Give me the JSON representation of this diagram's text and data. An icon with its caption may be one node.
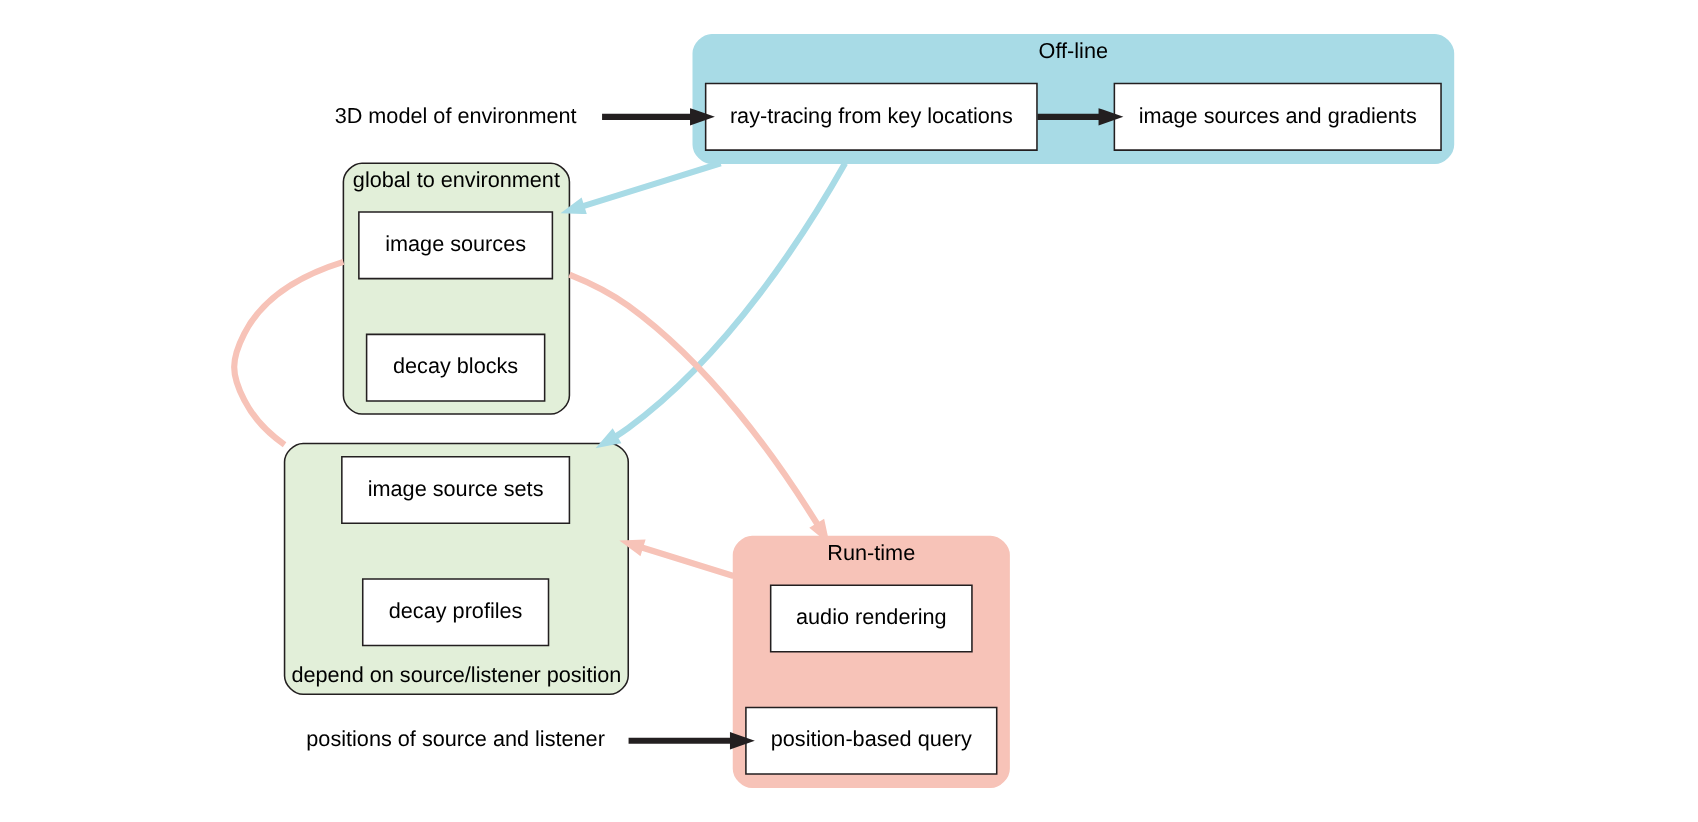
{
  "diagram": {
    "nodes": [
      {
        "text": [
          "3D model of environment"
        ]
      },
      {
        "text": [
          "Off-line"
        ]
      },
      {
        "text": [
          "ray-tracing from key locations"
        ],
        "in": 1
      },
      {
        "text": [
          "image sources and gradients"
        ],
        "in": 1
      },
      {
        "text": [
          "global to environment"
        ]
      },
      {
        "text": [
          "image sources"
        ],
        "in": 4
      },
      {
        "text": [
          "decay blocks"
        ],
        "in": 4
      },
      {
        "text": [
          "depend on source/listener position"
        ]
      },
      {
        "text": [
          "image source sets"
        ],
        "in": 7
      },
      {
        "text": [
          "decay profiles"
        ],
        "in": 7
      },
      {
        "text": [
          "Run-time"
        ]
      },
      {
        "text": [
          "audio rendering"
        ],
        "in": 10
      },
      {
        "text": [
          "position-based query"
        ],
        "in": 10
      },
      {
        "text": [
          "positions of source and listener"
        ]
      }
    ],
    "edges": [
      {
        "from": 0,
        "to": 2,
        "arrow": "to",
        "color": "#231f20"
      },
      {
        "from": 2,
        "to": 3,
        "arrow": "to",
        "color": "#231f20"
      },
      {
        "from": 1,
        "to": 4,
        "arrow": "to",
        "color": "#a8dbe6"
      },
      {
        "from": 1,
        "to": 7,
        "arrow": "to",
        "color": "#a8dbe6"
      },
      {
        "from": 4,
        "to": 10,
        "arrow": "to",
        "color": "#f7c3b8"
      },
      {
        "from": 10,
        "to": 7,
        "arrow": "to",
        "color": "#f7c3b8"
      },
      {
        "from": 7,
        "to": 4,
        "arrow": "none",
        "color": "#f7c3b8"
      },
      {
        "from": 13,
        "to": 12,
        "arrow": "to",
        "color": "#231f20"
      }
    ]
  }
}
